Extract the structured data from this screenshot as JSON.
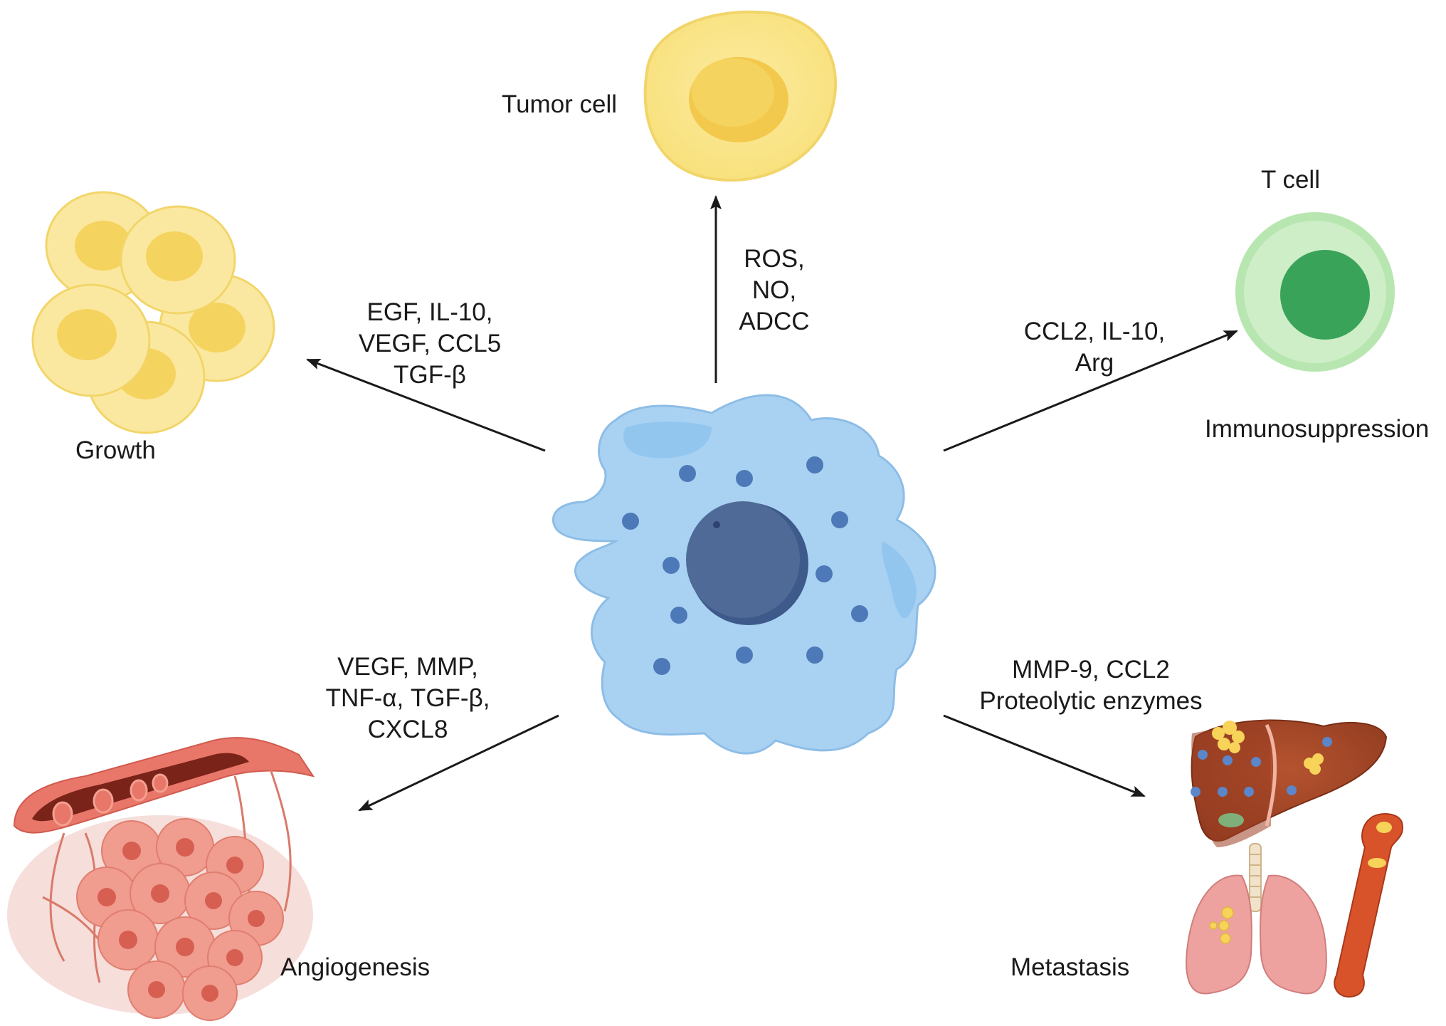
{
  "nodes": {
    "tumor_cell": "Tumor cell",
    "t_cell": "T cell",
    "growth": "Growth",
    "immunosuppression": "Immunosuppression",
    "angiogenesis": "Angiogenesis",
    "metastasis": "Metastasis"
  },
  "edges": {
    "to_tumor_cell": [
      "ROS,",
      "NO,",
      "ADCC"
    ],
    "to_growth": [
      "EGF, IL-10,",
      "VEGF, CCL5",
      "TGF-β"
    ],
    "to_t_cell": [
      "CCL2, IL-10,",
      "Arg"
    ],
    "to_angiogenesis": [
      "VEGF, MMP,",
      "TNF-α, TGF-β,",
      "CXCL8"
    ],
    "to_metastasis": [
      "MMP-9, CCL2",
      "Proteolytic enzymes"
    ]
  }
}
